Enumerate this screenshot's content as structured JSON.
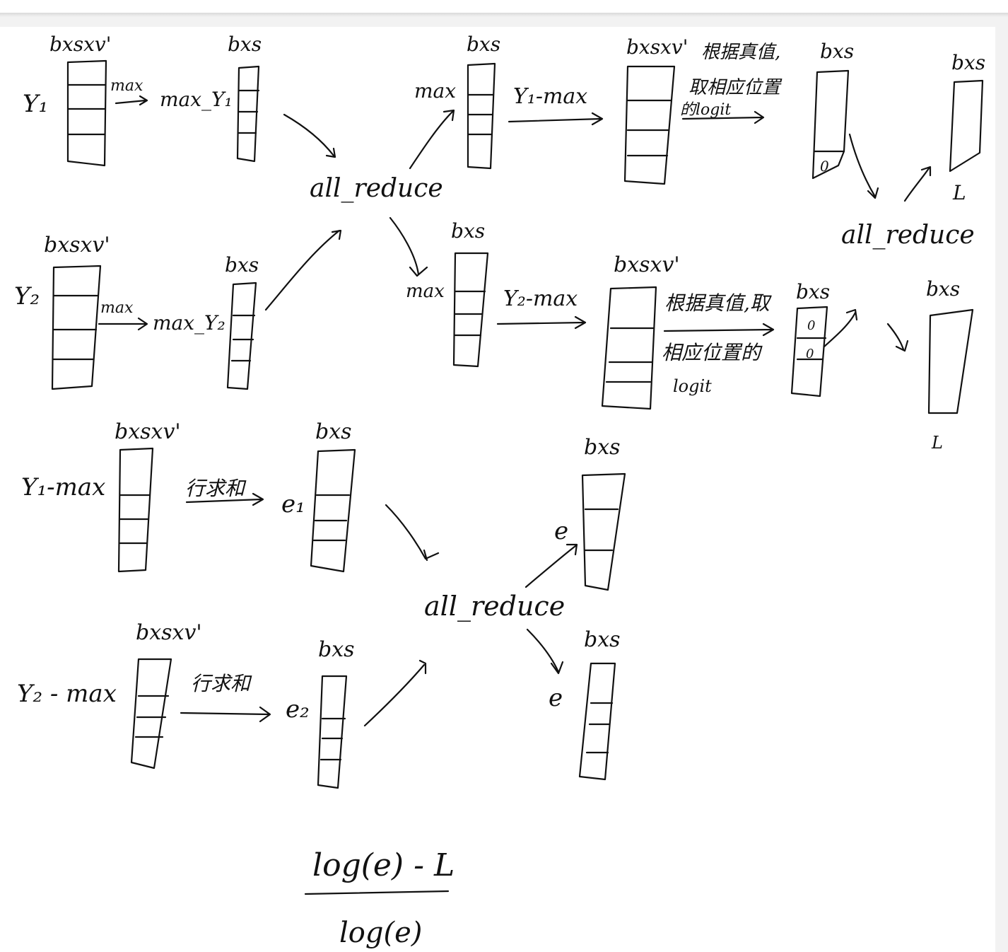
{
  "labels": {
    "r1_Y": "Y₁",
    "r1_dim_big": "bxsxv'",
    "r1_max": "max",
    "r1_maxY": "max_Y₁",
    "r1_dim_small": "bxs",
    "r1_allreduce": "all_reduce",
    "r1_max2": "max",
    "r1_dim_small2": "bxs",
    "r1_sub": "Y₁-max",
    "r1_dim_big2": "bxsxv'",
    "r1_note1": "根据真值,",
    "r1_note2": "取相应位置",
    "r1_note3": "的logit",
    "r1_dim_small3": "bxs",
    "r1_cell_zero": "0",
    "r1_dim_small4": "bxs",
    "r1_L": "L",
    "r2_allreduce": "all_reduce",
    "r2_Y": "Y₂",
    "r2_dim_big": "bxsxv'",
    "r2_max": "max",
    "r2_maxY": "max_Y₂",
    "r2_dim_small": "bxs",
    "r2_max2": "max",
    "r2_dim_small2": "bxs",
    "r2_sub": "Y₂-max",
    "r2_dim_big2": "bxsxv'",
    "r2_note1": "根据真值,取",
    "r2_note2": "相应位置的",
    "r2_note3": "logit",
    "r2_dim_small3": "bxs",
    "r2_cell_zero_a": "0",
    "r2_cell_zero_b": "0",
    "r2_dim_small4": "bxs",
    "r2_L": "L",
    "r3_Y": "Y₁-max",
    "r3_dim_big": "bxsxv'",
    "r3_rowsum": "行求和",
    "r3_e": "e₁",
    "r3_dim_small": "bxs",
    "r3_dim_small2": "bxs",
    "r3_e2": "e",
    "r3_allreduce": "all_reduce",
    "r4_Y": "Y₂ - max",
    "r4_dim_big": "bxsxv'",
    "r4_rowsum": "行求和",
    "r4_e": "e₂",
    "r4_dim_small": "bxs",
    "r4_dim_small2": "bxs",
    "r4_e_out": "e",
    "formula_num": "log(e) - L",
    "formula_den": "log(e)"
  }
}
